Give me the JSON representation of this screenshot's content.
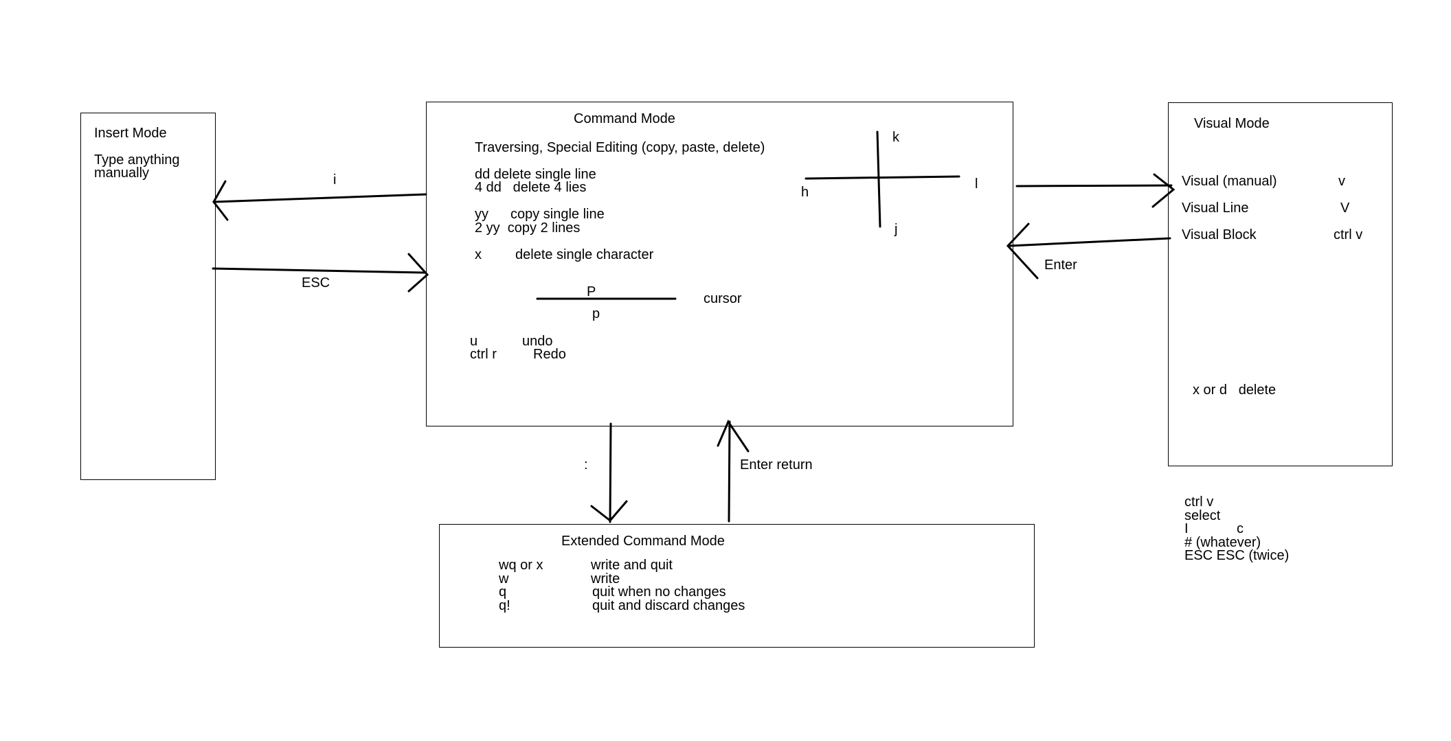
{
  "insert_mode": {
    "title": "Insert Mode",
    "desc_line1": "Type anything",
    "desc_line2": "manually"
  },
  "command_mode": {
    "title": "Command Mode",
    "subtitle": "Traversing, Special Editing (copy, paste, delete)",
    "dd": "dd delete single line",
    "dd4": "4 dd   delete 4 lies",
    "yy_key": "yy",
    "yy_desc": "copy single line",
    "yy2": "2 yy  copy 2 lines",
    "x_key": "x",
    "x_desc": "delete single character",
    "paste_above": "P",
    "paste_below": "p",
    "cursor_label": "cursor",
    "u_key": "u",
    "u_desc": "undo",
    "ctrlr_key": "ctrl r",
    "ctrlr_desc": "Redo",
    "nav_k": "k",
    "nav_h": "h",
    "nav_l": "l",
    "nav_j": "j"
  },
  "visual_mode": {
    "title": "Visual Mode",
    "items": [
      {
        "label": "Visual (manual)",
        "key": "v"
      },
      {
        "label": "Visual Line",
        "key": "V"
      },
      {
        "label": "Visual Block",
        "key": "ctrl v"
      }
    ],
    "delete_note": "x or d   delete"
  },
  "extended_mode": {
    "title": "Extended Command Mode",
    "rows": [
      {
        "key": "wq or x",
        "desc": "write and quit"
      },
      {
        "key": "w",
        "desc": "write"
      },
      {
        "key": "q",
        "desc": "quit when no changes"
      },
      {
        "key": "q!",
        "desc": "quit and discard changes"
      }
    ]
  },
  "transitions": {
    "to_insert": "i",
    "from_insert": "ESC",
    "to_visual_back": "Enter",
    "to_extended": ":",
    "from_extended": "Enter return"
  },
  "block_note": {
    "lines": [
      "ctrl v",
      "select",
      "I",
      "c",
      "# (whatever)",
      "ESC ESC (twice)"
    ]
  }
}
